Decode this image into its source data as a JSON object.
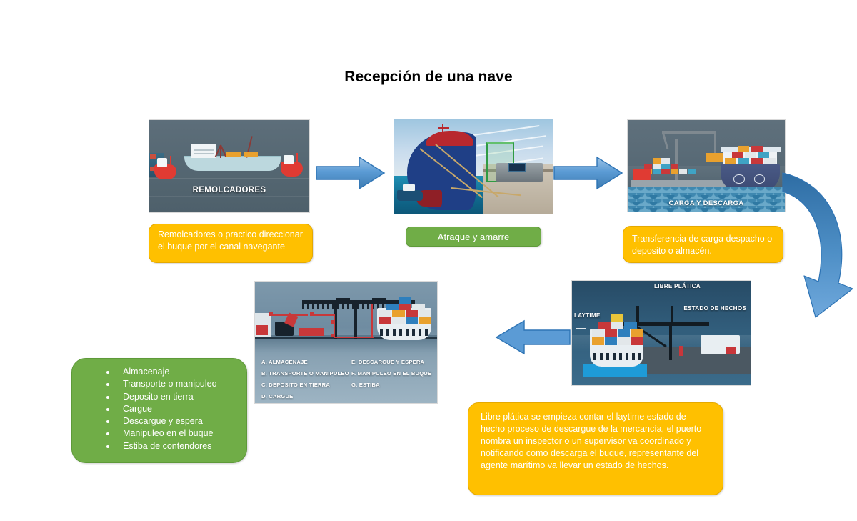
{
  "document": {
    "title": "Recepción de una nave"
  },
  "steps": [
    {
      "id": "remolcadores",
      "image_caption": "REMOLCADORES",
      "callout": "Remolcadores o practico direccionar el buque por el canal navegante",
      "callout_color": "#FFC000"
    },
    {
      "id": "atraque",
      "image_caption": "",
      "callout": "Atraque y amarre",
      "callout_color": "#70AD47"
    },
    {
      "id": "carga-descarga",
      "image_caption": "CARGA Y DESCARGA",
      "callout": "Transferencia de carga despacho o deposito o almacén.",
      "callout_color": "#FFC000"
    },
    {
      "id": "libre-platica",
      "image_labels": [
        "LIBRE PLÁTICA",
        "LAYTIME",
        "ESTADO DE HECHOS"
      ],
      "callout": "Libre plática se empieza contar el laytime estado de hecho proceso de descargue de la mercancía, el puerto  nombra un inspector o un supervisor va coordinado y notificando  como descarga el buque, representante del agente marítimo va llevar un estado de hechos.",
      "callout_color": "#FFC000"
    },
    {
      "id": "operaciones",
      "legend_left": [
        "A. ALMACENAJE",
        "B. TRANSPORTE O MANIPULEO",
        "C. DEPOSITO EN TIERRA",
        "D. CARGUE"
      ],
      "legend_right": [
        "E. DESCARGUE Y ESPERA",
        "F. MANIPULEO EN EL BUQUE",
        "G. ESTIBA"
      ]
    }
  ],
  "image_captions": {
    "tugs": "REMOLCADORES",
    "cargo": "CARGA Y DESCARGA"
  },
  "laytime_labels": {
    "top": "LIBRE PLÁTICA",
    "left": "LAYTIME",
    "right": "ESTADO DE HECHOS"
  },
  "ops_legend": {
    "left": [
      "A. ALMACENAJE",
      "B. TRANSPORTE O MANIPULEO",
      "C. DEPOSITO EN TIERRA",
      "D. CARGUE"
    ],
    "right": [
      "E. DESCARGUE Y ESPERA",
      "F. MANIPULEO EN EL BUQUE",
      "G. ESTIBA"
    ]
  },
  "callouts": {
    "tugs": "Remolcadores o practico direccionar el buque por el canal navegante",
    "berth": "Atraque y amarre",
    "transfer": "Transferencia de carga despacho o deposito o almacén.",
    "laytime": "Libre plática se empieza contar el laytime estado de hecho proceso de descargue de la mercancía, el puerto  nombra un inspector o un supervisor va coordinado y notificando  como descarga el buque, representante del agente marítimo va llevar un estado de hechos."
  },
  "services_list": [
    "Almacenaje",
    "Transporte o manipuleo",
    "Deposito en tierra",
    "Cargue",
    "Descargue y espera",
    "Manipuleo en el buque",
    "Estiba de contendores"
  ],
  "colors": {
    "yellow_fill": "#FFC000",
    "yellow_border": "#E5A900",
    "green_fill": "#70AD47",
    "green_border": "#5E9A39",
    "arrow_fill": "#5B9BD5",
    "arrow_border": "#2E74B5",
    "text_on_box": "#FFFFFF",
    "title": "#000000"
  }
}
